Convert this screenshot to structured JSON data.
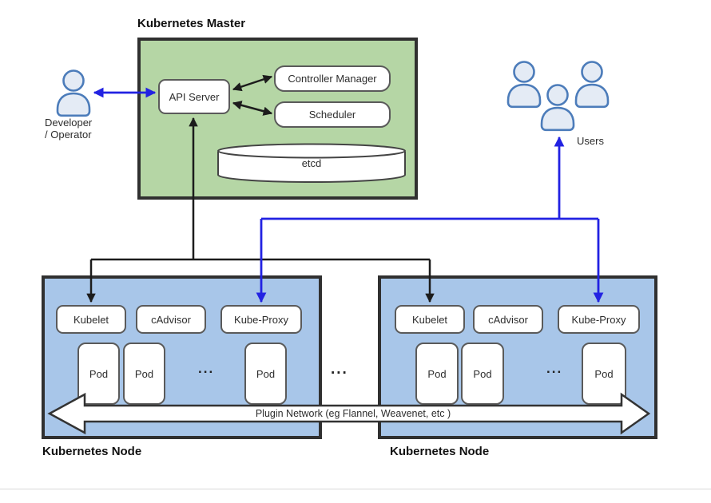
{
  "master": {
    "title": "Kubernetes Master",
    "api_server": "API Server",
    "controller_manager": "Controller Manager",
    "scheduler": "Scheduler",
    "etcd": "etcd"
  },
  "actors": {
    "developer_label_line1": "Developer",
    "developer_label_line2": "/ Operator",
    "users_label": "Users"
  },
  "nodes": [
    {
      "title": "Kubernetes Node",
      "kubelet": "Kubelet",
      "cadvisor": "cAdvisor",
      "kube_proxy": "Kube-Proxy",
      "pods": [
        "Pod",
        "Pod",
        "Pod"
      ],
      "pods_ellipsis": "..."
    },
    {
      "title": "Kubernetes Node",
      "kubelet": "Kubelet",
      "cadvisor": "cAdvisor",
      "kube_proxy": "Kube-Proxy",
      "pods": [
        "Pod",
        "Pod",
        "Pod"
      ],
      "pods_ellipsis": "..."
    }
  ],
  "nodes_gap_ellipsis": "...",
  "plugin_network_label": "Plugin Network (eg Flannel, Weavenet, etc )",
  "colors": {
    "master_fill": "#b5d6a5",
    "node_fill": "#a8c6e9",
    "outer_border": "#303030",
    "box_border": "#5a5a5a",
    "line_black": "#1c1c1c",
    "line_blue": "#2222e2",
    "person_fill": "#e4ebf5",
    "person_stroke": "#4c7cba",
    "block_arrow_fill": "#ffffff"
  }
}
